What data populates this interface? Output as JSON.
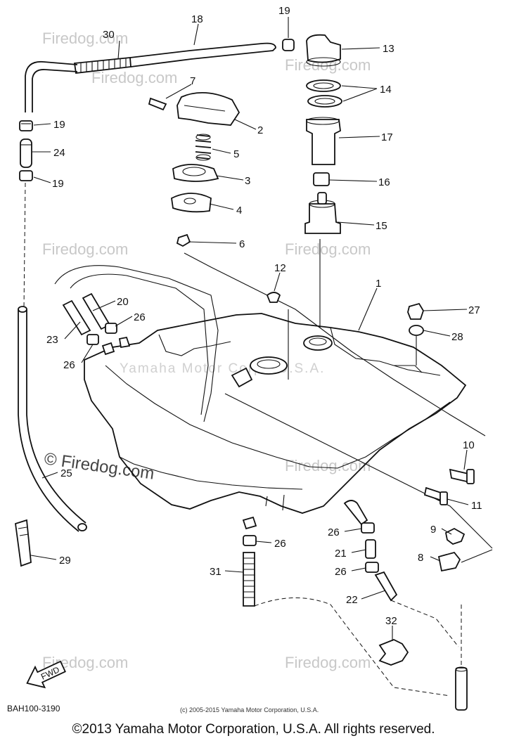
{
  "watermark": {
    "site": "Firedog.com",
    "site_big": "© Firedog.com",
    "brand": "Yamaha Motor Corp., U.S.A."
  },
  "diagram": {
    "code": "BAH100-3190",
    "stamp": "(c) 2005-2015 Yamaha Motor Corporation, U.S.A.",
    "fwd": "FWD"
  },
  "footer": {
    "copyright": "©2013 Yamaha Motor Corporation, U.S.A. All rights reserved."
  },
  "callouts": [
    {
      "id": "c30",
      "label": "30"
    },
    {
      "id": "c18",
      "label": "18"
    },
    {
      "id": "c19a",
      "label": "19"
    },
    {
      "id": "c13",
      "label": "13"
    },
    {
      "id": "c7",
      "label": "7"
    },
    {
      "id": "c14",
      "label": "14"
    },
    {
      "id": "c2",
      "label": "2"
    },
    {
      "id": "c19b",
      "label": "19"
    },
    {
      "id": "c24",
      "label": "24"
    },
    {
      "id": "c17",
      "label": "17"
    },
    {
      "id": "c5",
      "label": "5"
    },
    {
      "id": "c19c",
      "label": "19"
    },
    {
      "id": "c3",
      "label": "3"
    },
    {
      "id": "c16",
      "label": "16"
    },
    {
      "id": "c4",
      "label": "4"
    },
    {
      "id": "c15",
      "label": "15"
    },
    {
      "id": "c6",
      "label": "6"
    },
    {
      "id": "c12",
      "label": "12"
    },
    {
      "id": "c1",
      "label": "1"
    },
    {
      "id": "c20",
      "label": "20"
    },
    {
      "id": "c26a",
      "label": "26"
    },
    {
      "id": "c27",
      "label": "27"
    },
    {
      "id": "c23",
      "label": "23"
    },
    {
      "id": "c28",
      "label": "28"
    },
    {
      "id": "c26b",
      "label": "26"
    },
    {
      "id": "c10",
      "label": "10"
    },
    {
      "id": "c25",
      "label": "25"
    },
    {
      "id": "c11",
      "label": "11"
    },
    {
      "id": "c26c",
      "label": "26"
    },
    {
      "id": "c9",
      "label": "9"
    },
    {
      "id": "c26d",
      "label": "26"
    },
    {
      "id": "c21",
      "label": "21"
    },
    {
      "id": "c29",
      "label": "29"
    },
    {
      "id": "c8",
      "label": "8"
    },
    {
      "id": "c31",
      "label": "31"
    },
    {
      "id": "c26e",
      "label": "26"
    },
    {
      "id": "c22",
      "label": "22"
    },
    {
      "id": "c32",
      "label": "32"
    }
  ]
}
